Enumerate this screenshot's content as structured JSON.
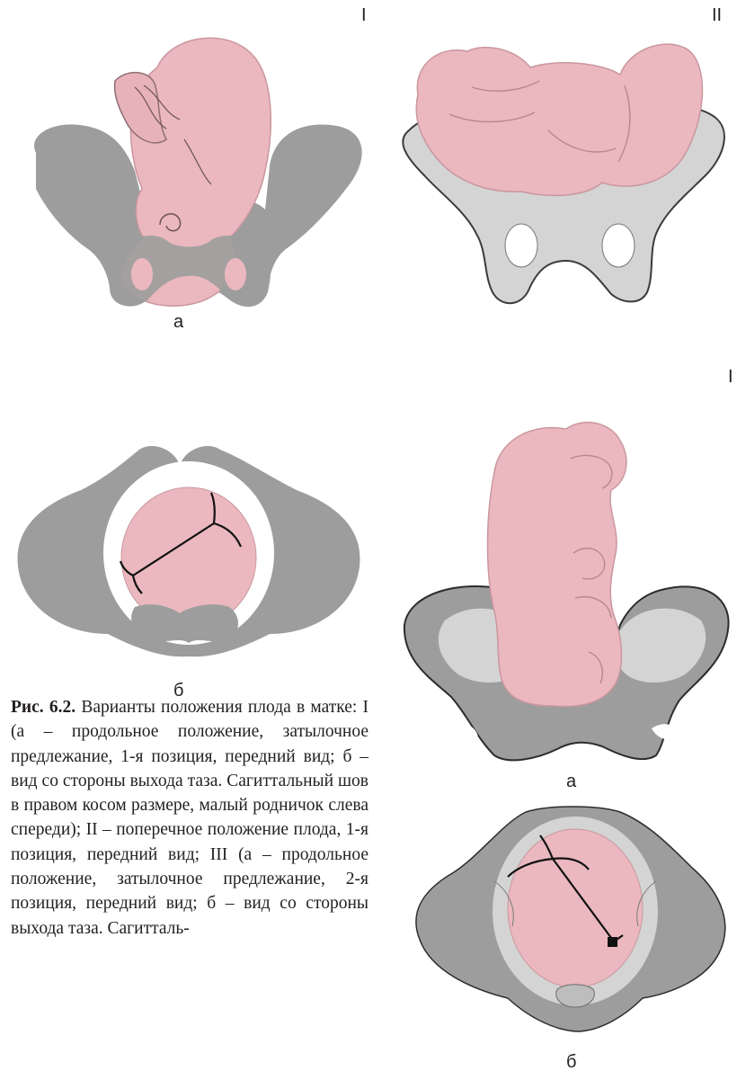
{
  "section_labels": {
    "top_left": "I",
    "top_right": "II",
    "middle_right": "I"
  },
  "sub_labels": {
    "top_left": "а",
    "middle_left": "б",
    "middle_right": "а",
    "bottom_right": "б"
  },
  "caption": {
    "label": "Рис. 6.2.",
    "text": "Варианты положения плода в матке: I (а – продольное положение, затылочное предлежание, 1-я позиция, передний вид; б – вид со стороны выхода таза. Сагиттальный шов в правом косом размере, малый родничок слева спереди); II – поперечное положение плода, 1-я позиция, передний вид; III (а – продольное положение, затылочное предлежание, 2-я позиция, передний вид; б – вид со стороны выхода таза. Сагитталь-"
  },
  "colors": {
    "bone": "#9d9d9d",
    "bone_light": "#d4d4d4",
    "fetus": "#eab8be",
    "outline": "#111111"
  }
}
